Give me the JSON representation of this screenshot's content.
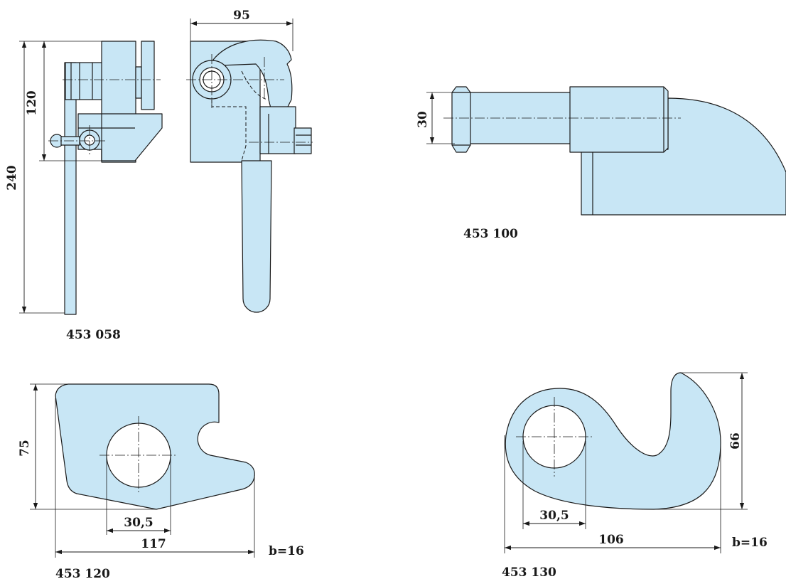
{
  "parts": [
    {
      "code": "453 058",
      "dims": {
        "width": "95",
        "height_overall": "240",
        "height_upper": "120"
      }
    },
    {
      "code": "453 100",
      "dims": {
        "diameter": "30"
      }
    },
    {
      "code": "453 120",
      "dims": {
        "height": "75",
        "hole": "30,5",
        "length": "117",
        "thickness": "b=16"
      }
    },
    {
      "code": "453 130",
      "dims": {
        "height": "66",
        "hole": "30,5",
        "length": "106",
        "thickness": "b=16"
      }
    }
  ],
  "colors": {
    "part_fill": "#c8e6f5",
    "line": "#1a1a1a"
  }
}
